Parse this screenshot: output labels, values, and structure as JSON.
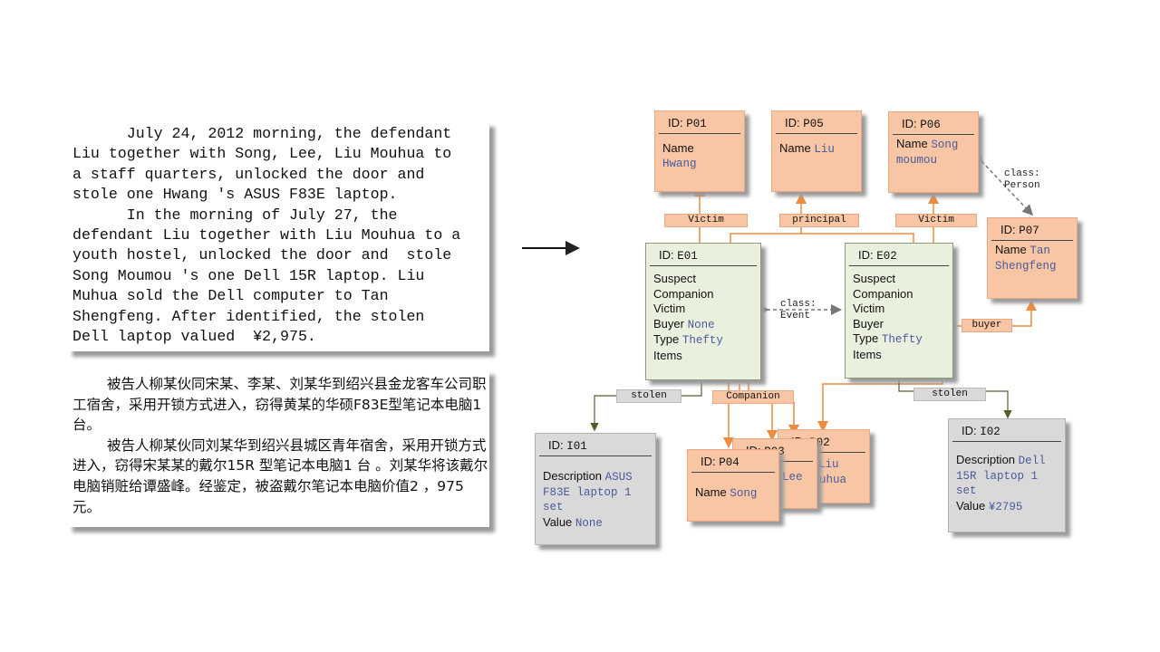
{
  "english": "      July 24, 2012 morning, the defendant\nLiu together with Song, Lee, Liu Mouhua to\na staff quarters, unlocked the door and\nstole one Hwang 's ASUS F83E laptop.\n      In the morning of July 27, the\ndefendant Liu together with Liu Mouhua to a\nyouth hostel, unlocked the door and  stole\nSong Moumou 's one Dell 15R laptop. Liu\nMuhua sold the Dell computer to Tan\nShengfeng. After identified, the stolen\nDell laptop valued  ¥2,975.",
  "chinese": [
    "被告人柳某伙同宋某、李某、刘某华到绍兴县金龙客车公司职工宿舍，采用开锁方式进入，窃得黄某的华硕F83E型笔记本电脑1台。",
    "被告人柳某伙同刘某华到绍兴县城区青年宿舍，采用开锁方式进入，窃得宋某某的戴尔15R 型笔记本电脑1 台 。刘某华将该戴尔电脑销赃给谭盛峰。经鉴定，被盗戴尔笔记本电脑价值2 ，975 元。"
  ],
  "colors": {
    "person": "#f8c6a4",
    "event": "#eaf0de",
    "item": "#d9d9d9",
    "link": "#f08a3c",
    "gray_link": "#6b6b3a"
  },
  "nodes": {
    "p01": {
      "id_label": "ID:",
      "id": "P01",
      "name_label": "Name",
      "name": "Hwang"
    },
    "p05": {
      "id_label": "ID:",
      "id": "P05",
      "name_label": "Name",
      "name": "Liu"
    },
    "p06": {
      "id_label": "ID:",
      "id": "P06",
      "name_label": "Name",
      "name1": "Song",
      "name2": "moumou"
    },
    "p07": {
      "id_label": "ID:",
      "id": "P07",
      "name_label": "Name",
      "name1": "Tan",
      "name2": "Shengfeng"
    },
    "p04": {
      "id_label": "ID:",
      "id": "P04",
      "name_label": "Name",
      "name": "Song"
    },
    "p03": {
      "id_label": "ID:",
      "id": "P03",
      "name": "Lee"
    },
    "p02": {
      "id_label": "ID:",
      "id": "P02",
      "name1": "Liu",
      "name2": "Mouhua"
    },
    "e01": {
      "id_label": "ID:",
      "id": "E01",
      "suspect": "Suspect",
      "companion": "Companion",
      "victim": "Victim",
      "buyer": "Buyer",
      "buyer_val": "None",
      "type": "Type",
      "type_val": "Thefty",
      "items": "Items"
    },
    "e02": {
      "id_label": "ID:",
      "id": "E02",
      "suspect": "Suspect",
      "companion": "Companion",
      "victim": "Victim",
      "buyer": "Buyer",
      "type": "Type",
      "type_val": "Thefty",
      "items": "Items"
    },
    "i01": {
      "id_label": "ID:",
      "id": "I01",
      "desc_label": "Description",
      "desc1": "ASUS",
      "desc2": "F83E laptop 1",
      "desc3": "set",
      "value_label": "Value",
      "value": "None"
    },
    "i02": {
      "id_label": "ID:",
      "id": "I02",
      "desc_label": "Description",
      "desc1": "Dell",
      "desc2": "15R laptop 1",
      "desc3": "set",
      "value_label": "Value",
      "value": "¥2795"
    }
  },
  "labels": {
    "victim1": "Victim",
    "principal": "principal",
    "victim2": "Victim",
    "buyer": "buyer",
    "stolen1": "stolen",
    "companion": "Companion",
    "stolen2": "stolen",
    "class_person1": "class:",
    "class_person2": "Person",
    "class_event1": "class:",
    "class_event2": "Event"
  }
}
